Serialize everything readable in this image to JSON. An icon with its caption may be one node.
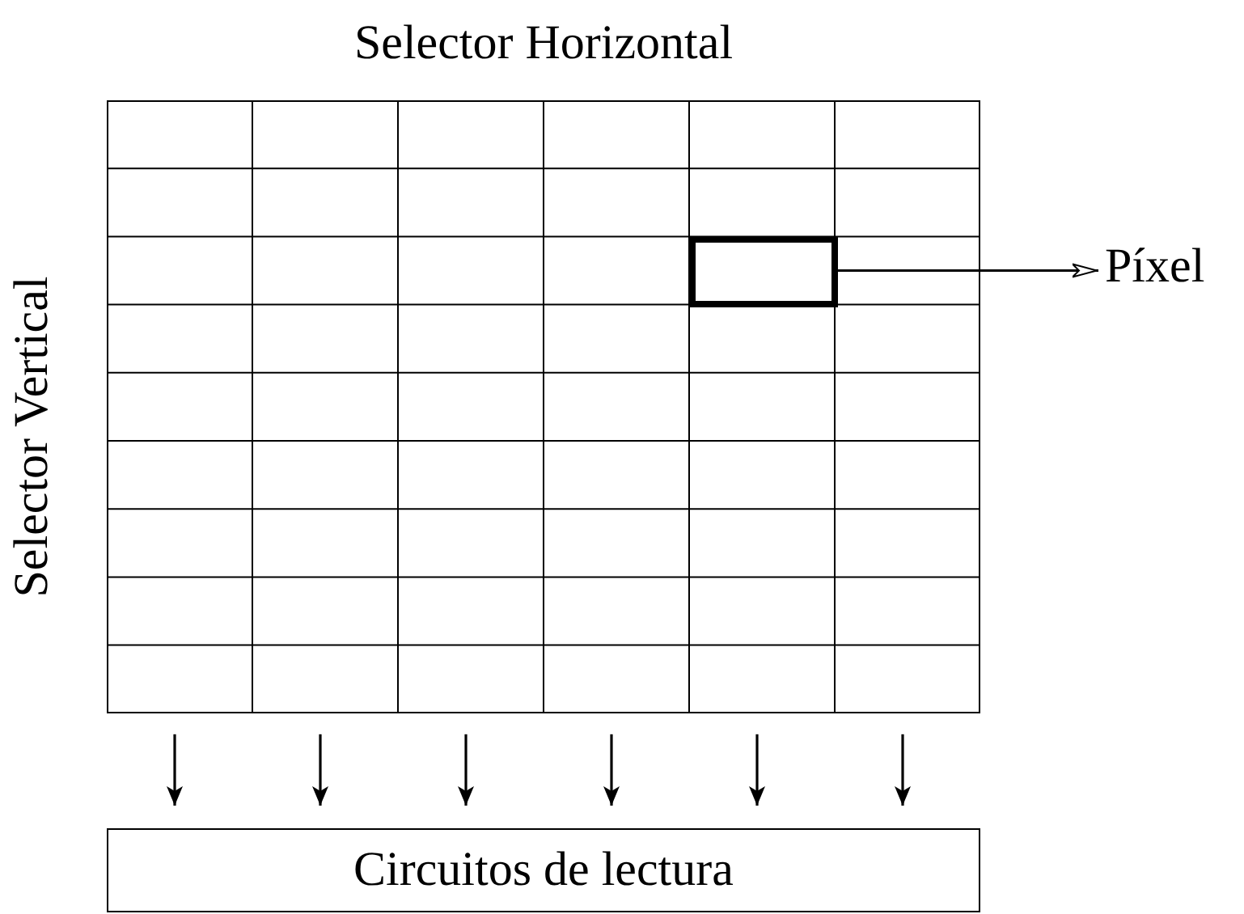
{
  "diagram": {
    "nodes": [
      {
        "text": [],
        "shape": "box"
      },
      {
        "text": [],
        "shape": "box",
        "in": 0
      },
      {
        "text": [
          "Píxel"
        ]
      },
      {
        "text": [
          "Circuitos de lectura"
        ]
      }
    ],
    "edges": [
      {
        "from": 1,
        "to": 2,
        "arrow": "to"
      },
      {
        "from": 0,
        "to": 3,
        "arrow": "to"
      },
      {
        "from": 0,
        "to": 3,
        "arrow": "to"
      },
      {
        "from": 0,
        "to": 3,
        "arrow": "to"
      },
      {
        "from": 0,
        "to": 3,
        "arrow": "to"
      },
      {
        "from": 0,
        "to": 3,
        "arrow": "to"
      },
      {
        "from": 0,
        "to": 3,
        "arrow": "to"
      }
    ],
    "labels": [
      "Selector Horizontal",
      "Selector Vertical"
    ]
  }
}
